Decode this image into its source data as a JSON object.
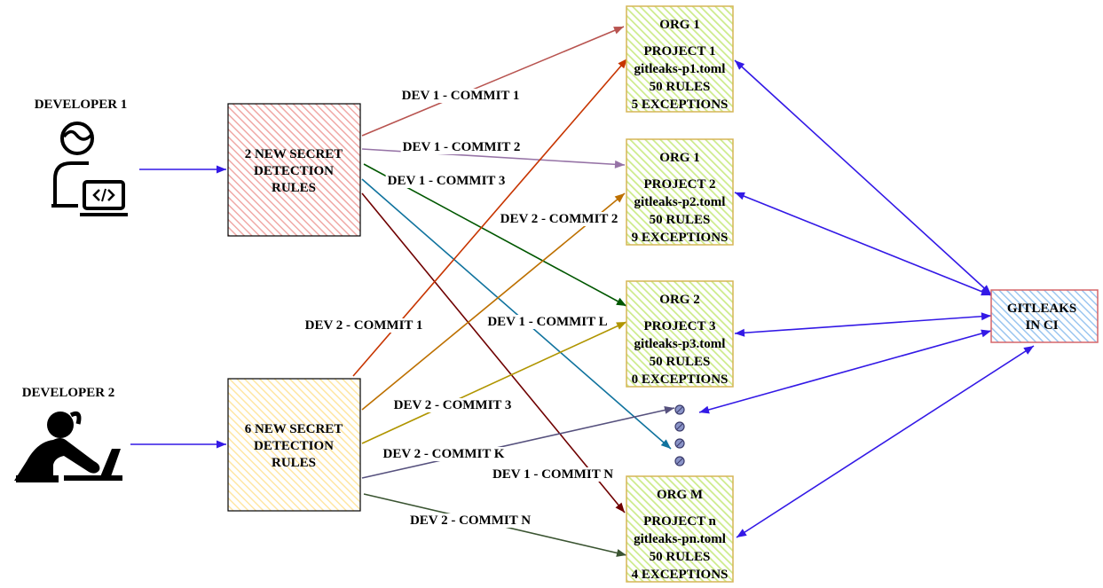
{
  "developers": [
    {
      "label": "DEVELOPER 1",
      "icon": "developer-laptop-icon"
    },
    {
      "label": "DEVELOPER 2",
      "icon": "person-at-laptop-icon"
    }
  ],
  "rule_boxes": [
    {
      "lines": [
        "2 NEW SECRET",
        "DETECTION",
        "RULES"
      ],
      "fill": "#f8cecc",
      "stroke": "#b85450"
    },
    {
      "lines": [
        "6 NEW SECRET",
        "DETECTION",
        "RULES"
      ],
      "fill": "#fff2cc",
      "stroke": "#d6b656"
    }
  ],
  "projects": [
    {
      "org": "ORG 1",
      "project": "PROJECT 1",
      "config": "gitleaks-p1.toml",
      "rules": "50 RULES",
      "exceptions": "5 EXCEPTIONS"
    },
    {
      "org": "ORG 1",
      "project": "PROJECT 2",
      "config": "gitleaks-p2.toml",
      "rules": "50 RULES",
      "exceptions": "9 EXCEPTIONS"
    },
    {
      "org": "ORG 2",
      "project": "PROJECT 3",
      "config": "gitleaks-p3.toml",
      "rules": "50 RULES",
      "exceptions": "0 EXCEPTIONS"
    },
    {
      "org": "ORG M",
      "project": "PROJECT n",
      "config": "gitleaks-pn.toml",
      "rules": "50 RULES",
      "exceptions": "4 EXCEPTIONS"
    }
  ],
  "project_style": {
    "fill": "#cdeb8b",
    "stroke": "#d6b656"
  },
  "ci": {
    "lines": [
      "GITLEAKS",
      "IN CI"
    ],
    "fill": "#dae8fc",
    "stroke": "#d6666a"
  },
  "commits": [
    {
      "label": "DEV 1 - COMMIT 1",
      "color": "#b85450"
    },
    {
      "label": "DEV 1 - COMMIT 2",
      "color": "#9673a6"
    },
    {
      "label": "DEV 1 - COMMIT 3",
      "color": "#005700"
    },
    {
      "label": "DEV 1 - COMMIT L",
      "color": "#10739e"
    },
    {
      "label": "DEV 1 - COMMIT N",
      "color": "#6f0000"
    },
    {
      "label": "DEV 2 - COMMIT 1",
      "color": "#c73500"
    },
    {
      "label": "DEV 2 - COMMIT 2",
      "color": "#bd7000"
    },
    {
      "label": "DEV 2 - COMMIT 3",
      "color": "#b09500"
    },
    {
      "label": "DEV 2 - COMMIT K",
      "color": "#56517e"
    },
    {
      "label": "DEV 2 - COMMIT N",
      "color": "#3a5431"
    }
  ],
  "link_color": "#3319e6",
  "ellipsis_icon": "dots-icon"
}
